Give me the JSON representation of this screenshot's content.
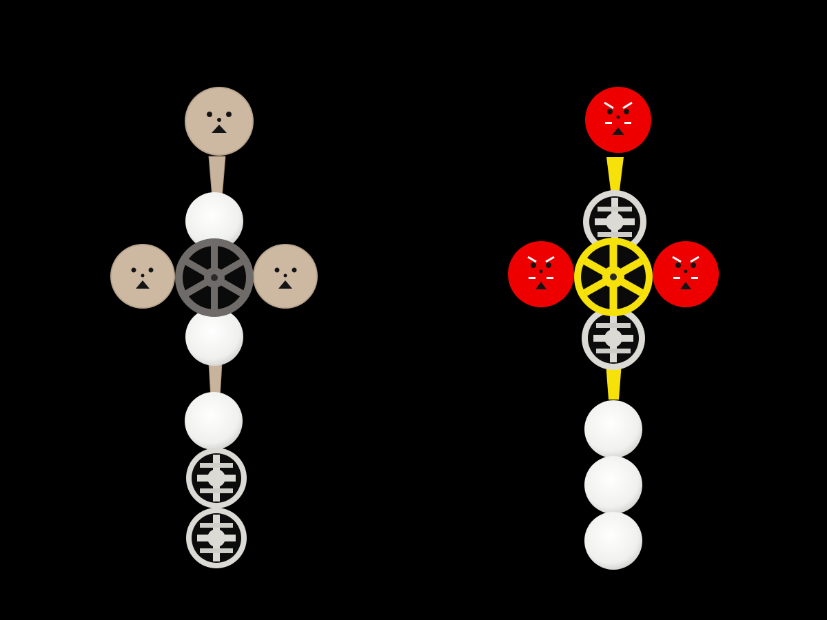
{
  "colors": {
    "background": "#000000",
    "cardboard": "#cdb8a2",
    "cardboard_edge": "#b9a48e",
    "foam_white": "#f3f3f1",
    "reel_gray": "#6e6b68",
    "reel_light": "#dcdad5",
    "angry_red": "#ee0000",
    "accent_yellow": "#f6e10a",
    "face_black": "#141414",
    "stripe_white": "#ffffff"
  },
  "figures": [
    {
      "name": "left-figure",
      "style": "original-materials",
      "parts": [
        "cardboard-face-top",
        "cardboard-connector-top",
        "foam-ball",
        "cardboard-face-left",
        "gray-film-reel-center",
        "cardboard-face-right",
        "foam-ball",
        "cardboard-connector-bottom",
        "foam-ball",
        "white-film-reel",
        "white-film-reel"
      ]
    },
    {
      "name": "right-figure",
      "style": "colorized",
      "parts": [
        "red-angry-face-top",
        "yellow-connector-top",
        "white-film-reel",
        "red-angry-face-left",
        "yellow-film-reel-center",
        "red-angry-face-right",
        "white-film-reel",
        "yellow-connector-bottom",
        "foam-ball",
        "foam-ball",
        "foam-ball"
      ]
    }
  ]
}
